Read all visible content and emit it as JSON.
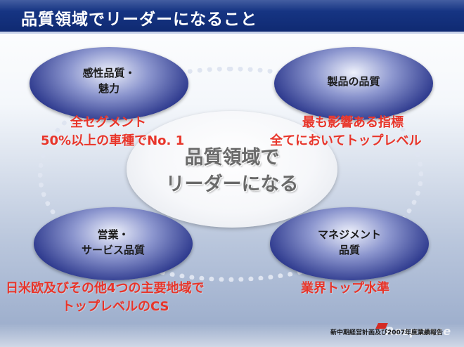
{
  "title": "品質領域でリーダーになること",
  "center": {
    "line1": "品質領域で",
    "line2": "リーダーになる"
  },
  "nodes": {
    "top_left": {
      "line1": "感性品質・",
      "line2": "魅力"
    },
    "top_right": {
      "line1": "製品の品質"
    },
    "bottom_left": {
      "line1": "営業・",
      "line2": "サービス品質"
    },
    "bottom_right": {
      "line1": "マネジメント",
      "line2": "品質"
    }
  },
  "goals": {
    "top_left": {
      "line1": "全セグメント",
      "line2": "50%以上の車種でNo. 1"
    },
    "top_right": {
      "line1": "最も影響ある指標",
      "line2": "全てにおいてトップレベル"
    },
    "bottom_left": {
      "line1": "日米欧及びその他4つの主要地域で",
      "line2": "トップレベルのCS"
    },
    "bottom_right": {
      "line1": "業界トップ水準"
    }
  },
  "footer": "新中期経営計画及び2007年度業績報告",
  "watermark": "Response",
  "colors": {
    "title_bar": "#1a3a8c",
    "goal_text": "#e8352a",
    "node": "#2e3a8e"
  }
}
